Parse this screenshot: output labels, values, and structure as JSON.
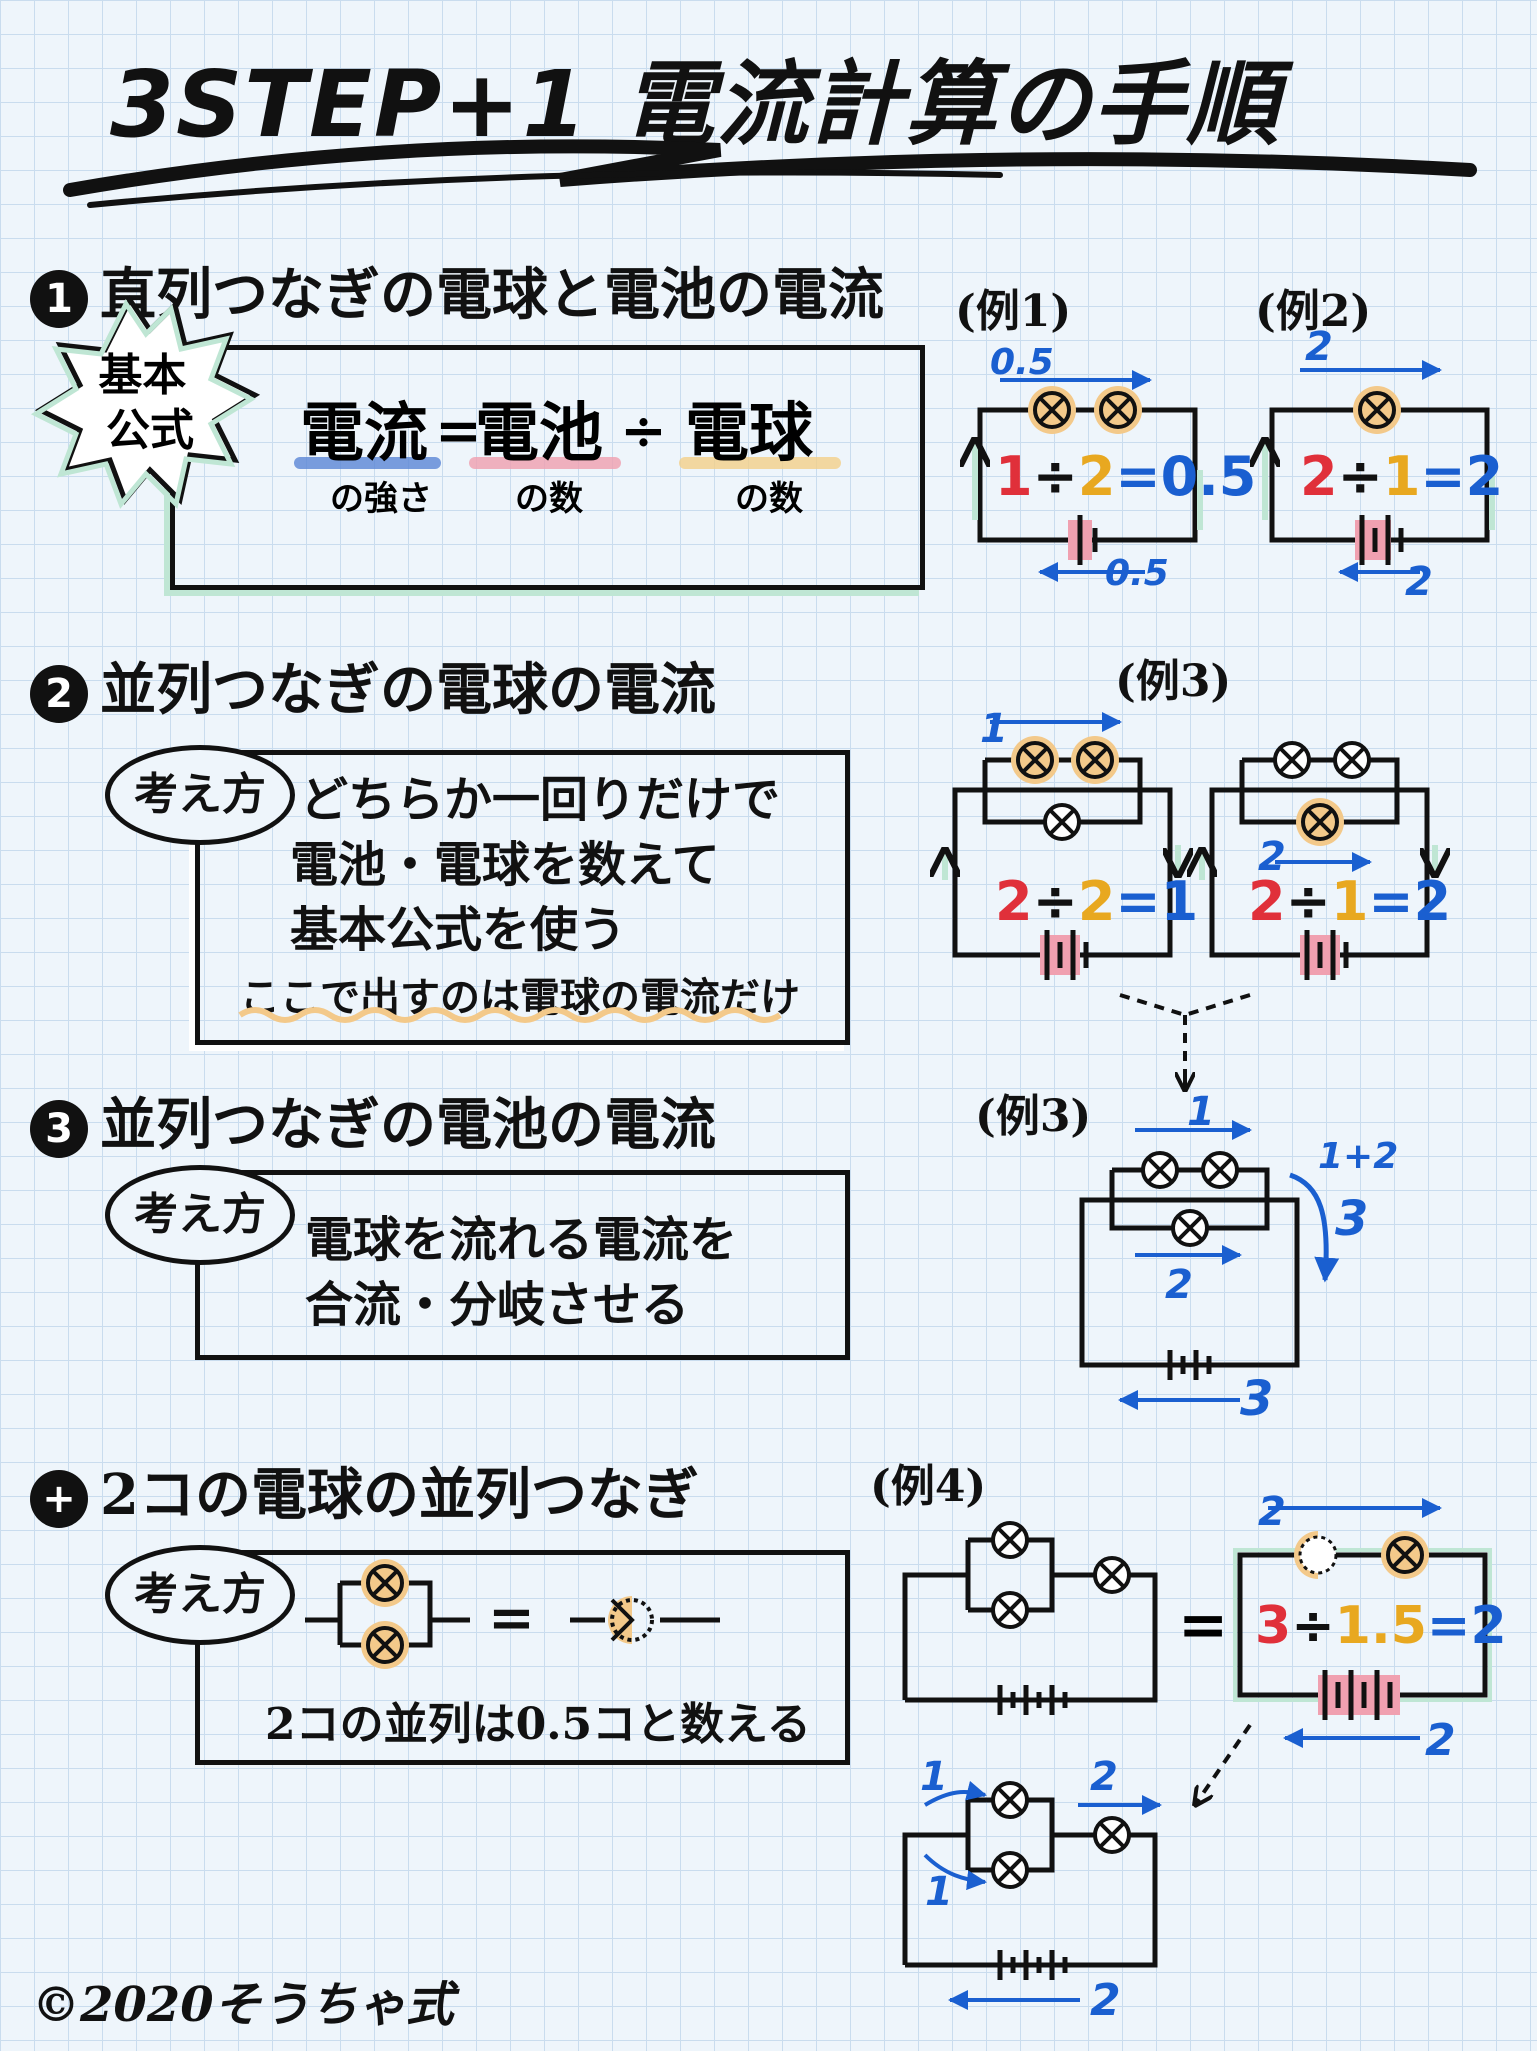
{
  "title": "3STEP+1 電流計算の手順",
  "sections": {
    "s1": {
      "num": "1",
      "heading": "直列つなぎの電球と電池の電流",
      "badge": "基本公式",
      "formula": {
        "current": "電流",
        "current_sub": "の強さ",
        "equals": "=",
        "battery": "電池",
        "battery_sub": "の数",
        "divide": "÷",
        "bulb": "電球",
        "bulb_sub": "の数"
      }
    },
    "s2": {
      "num": "2",
      "heading": "並列つなぎの電球の電流",
      "badge": "考え方",
      "lines": [
        "どちらか一回りだけで",
        "電池・電球を数えて",
        "基本公式を使う"
      ],
      "note": "ここで出すのは電球の電流だけ"
    },
    "s3": {
      "num": "3",
      "heading": "並列つなぎの電池の電流",
      "badge": "考え方",
      "lines": [
        "電球を流れる電流を",
        "合流・分岐させる"
      ]
    },
    "s4": {
      "num": "+",
      "heading": "2コの電球の並列つなぎ",
      "badge": "考え方",
      "equals": "=",
      "note": "2コの並列は0.5コと数える"
    }
  },
  "examples": {
    "ex1": {
      "label": "(例1)",
      "top": "0.5",
      "bottom": "0.5",
      "calc": [
        "1",
        "÷",
        "2",
        "=",
        "0.5"
      ]
    },
    "ex2": {
      "label": "(例2)",
      "top": "2",
      "bottom": "2",
      "calc": [
        "2",
        "÷",
        "1",
        "=",
        "2"
      ]
    },
    "ex3a": {
      "label": "(例3)",
      "left_top": "1",
      "left_calc": [
        "2",
        "÷",
        "2",
        "=",
        "1"
      ],
      "right_top": "2",
      "right_calc": [
        "2",
        "÷",
        "1",
        "=",
        "2"
      ]
    },
    "ex3b": {
      "label": "(例3)",
      "top": "1",
      "mid": "2",
      "sum": "1+2",
      "sum_result": "3",
      "bottom": "3"
    },
    "ex4": {
      "label": "(例4)",
      "equals": "=",
      "right_top": "2",
      "right_bottom": "2",
      "right_calc": [
        "3",
        "÷",
        "1.5",
        "=",
        "2"
      ],
      "low_in1": "1",
      "low_in2": "1",
      "low_out": "2",
      "low_bottom": "2"
    }
  },
  "copyright": "©2020そうちゃ式",
  "colors": {
    "blue": "#1a5fd0",
    "red": "#e0303a",
    "yellow": "#e8a820",
    "green": "#bfe6d4",
    "bulb": "#f3c98a"
  }
}
